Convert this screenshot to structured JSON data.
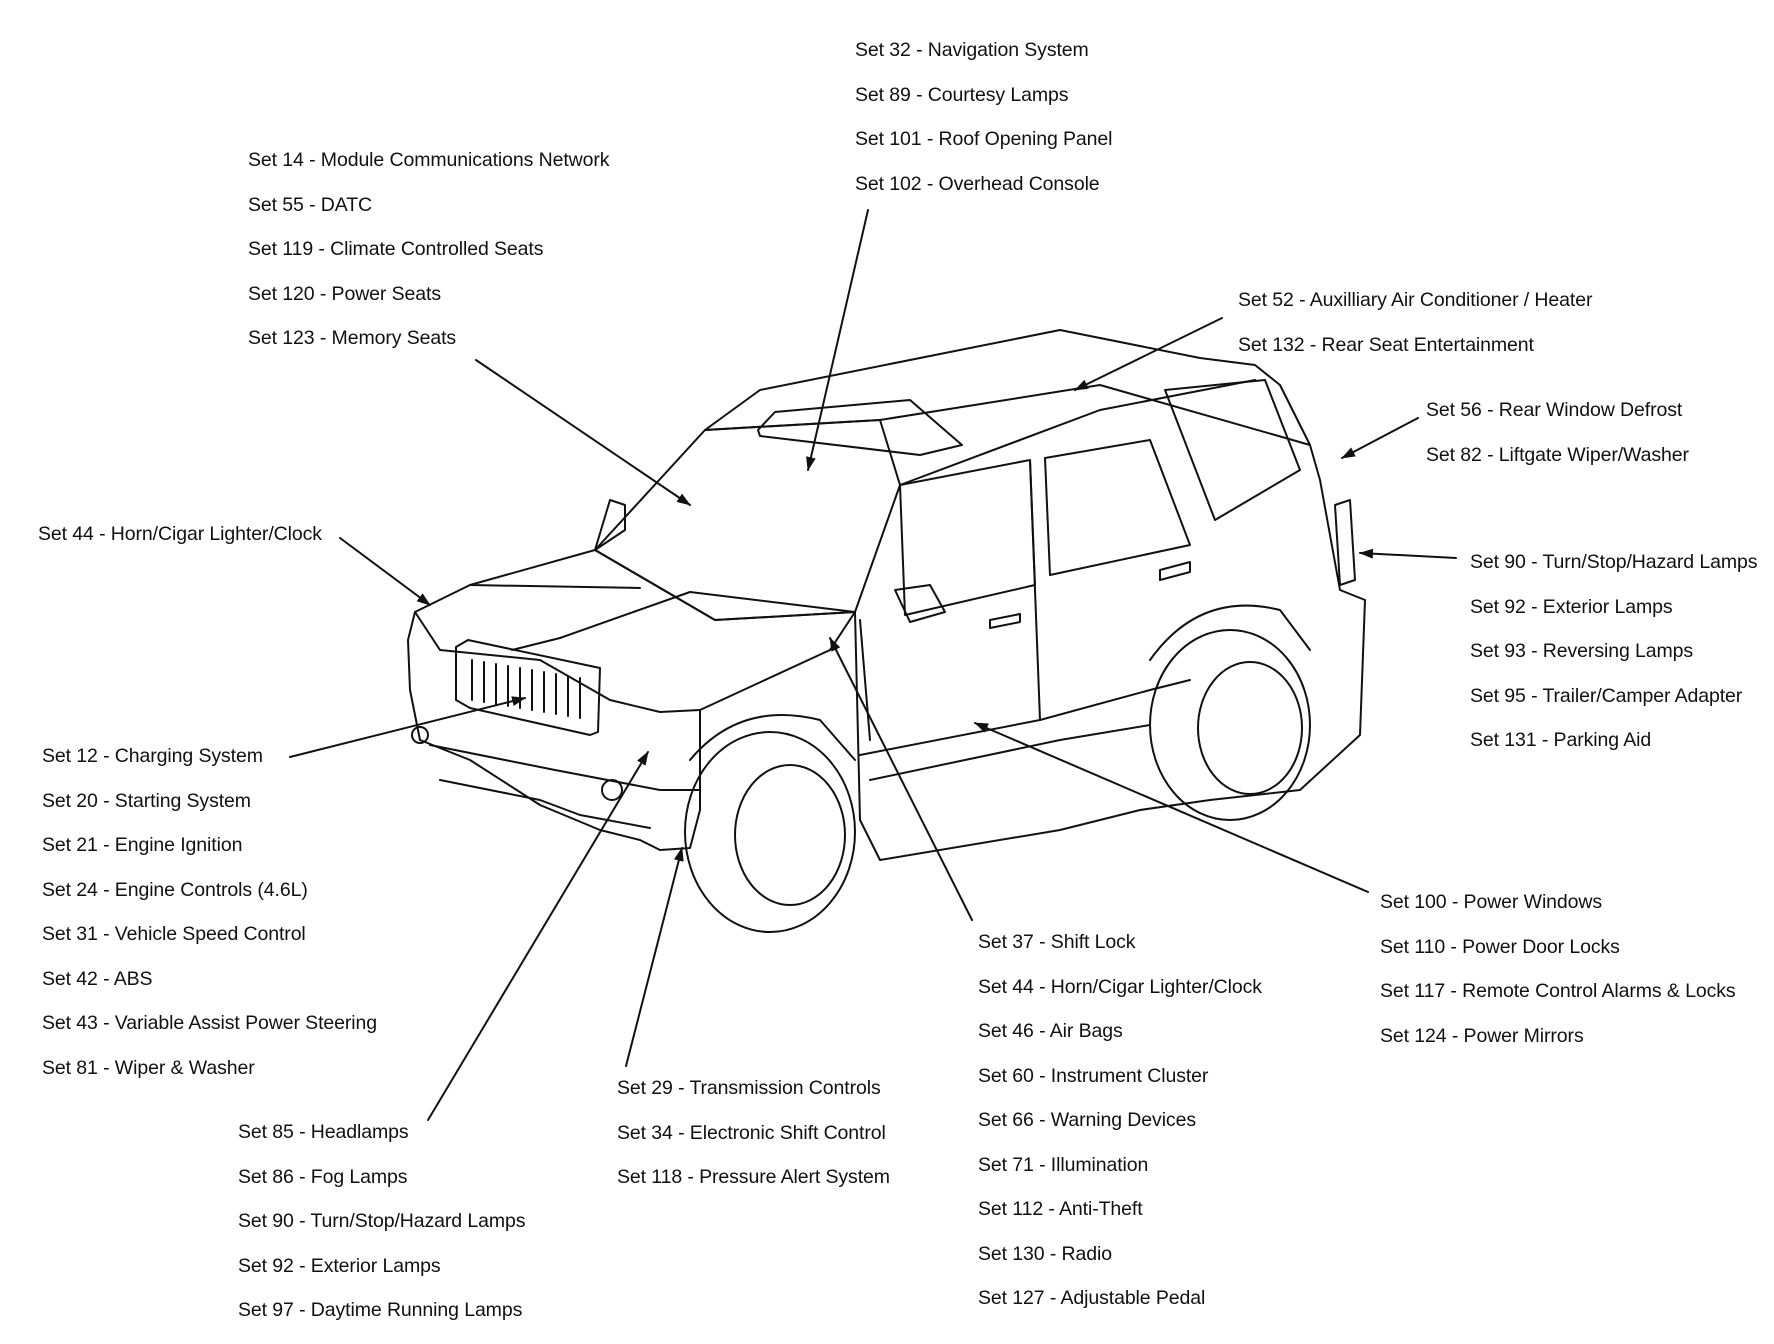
{
  "diagram": {
    "colors": {
      "line": "#111111",
      "background": "#ffffff"
    },
    "callout_groups": [
      {
        "id": "overhead",
        "items": [
          "Set 32 - Navigation System",
          "Set 89 - Courtesy Lamps",
          "Set 101 - Roof Opening Panel",
          "Set 102 - Overhead Console"
        ]
      },
      {
        "id": "interior-modules",
        "items": [
          "Set 14 - Module Communications Network",
          "Set 55 - DATC",
          "Set 119 - Climate Controlled Seats",
          "Set 120 - Power Seats",
          "Set 123 - Memory Seats"
        ]
      },
      {
        "id": "rear-climate",
        "items": [
          "Set 52 - Auxilliary Air Conditioner / Heater",
          "Set 132 - Rear Seat Entertainment"
        ]
      },
      {
        "id": "liftgate",
        "items": [
          "Set 56 - Rear Window Defrost",
          "Set 82 - Liftgate Wiper/Washer"
        ]
      },
      {
        "id": "horn-front",
        "items": [
          "Set 44 - Horn/Cigar Lighter/Clock"
        ]
      },
      {
        "id": "rear-lamps",
        "items": [
          "Set 90 - Turn/Stop/Hazard Lamps",
          "Set 92 - Exterior Lamps",
          "Set 93 - Reversing Lamps",
          "Set 95 - Trailer/Camper Adapter",
          "Set 131 - Parking Aid"
        ]
      },
      {
        "id": "engine",
        "items": [
          "Set 12 - Charging System",
          "Set 20 - Starting System",
          "Set 21 - Engine Ignition",
          "Set 24 - Engine Controls (4.6L)",
          "Set 31 - Vehicle Speed Control",
          "Set 42 - ABS",
          "Set 43 - Variable Assist Power Steering",
          "Set 81 - Wiper & Washer"
        ]
      },
      {
        "id": "front-lamps",
        "items": [
          "Set 85 - Headlamps",
          "Set 86 - Fog Lamps",
          "Set 90 - Turn/Stop/Hazard Lamps",
          "Set 92 - Exterior Lamps",
          "Set 97 - Daytime Running Lamps"
        ]
      },
      {
        "id": "transmission",
        "items": [
          "Set 29 - Transmission Controls",
          "Set 34 - Electronic Shift Control",
          "Set 118 - Pressure Alert System"
        ]
      },
      {
        "id": "instrument-panel",
        "items": [
          "Set 37 - Shift Lock",
          "Set 44 - Horn/Cigar Lighter/Clock",
          "Set 46 - Air Bags",
          "Set 60 - Instrument Cluster",
          "Set 66 - Warning Devices",
          "Set 71 - Illumination",
          "Set 112 - Anti-Theft",
          "Set 130 - Radio",
          "Set 127 - Adjustable Pedal"
        ]
      },
      {
        "id": "doors",
        "items": [
          "Set 100 - Power Windows",
          "Set 110 - Power Door Locks",
          "Set 117 - Remote Control Alarms & Locks",
          "Set 124 - Power Mirrors"
        ]
      }
    ]
  }
}
